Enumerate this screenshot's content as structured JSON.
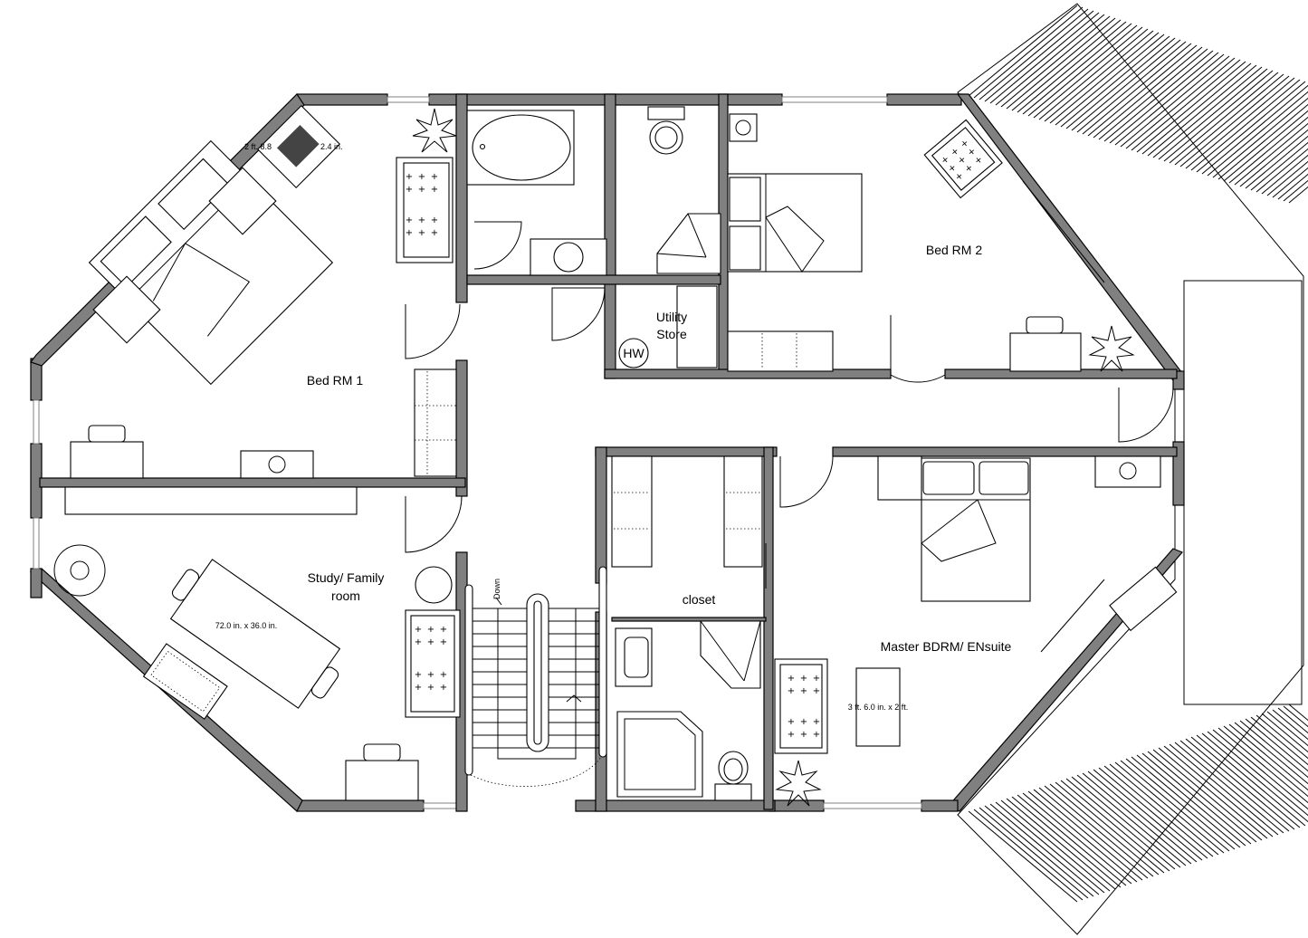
{
  "rooms": {
    "bed_rm_1": "Bed RM 1",
    "bed_rm_2": "Bed RM 2",
    "utility_line1": "Utility",
    "utility_line2": "Store",
    "study_line1": "Study/ Family",
    "study_line2": "room",
    "closet": "closet",
    "master": "Master BDRM/ ENsuite"
  },
  "fixtures": {
    "water_heater": "HW",
    "stair_direction": "Down"
  },
  "dimensions": {
    "desk_a_1": "2 ft. 8.8",
    "desk_a_2": "2.4 in.",
    "table": "72.0 in. x 36.0 in.",
    "bench": "3 ft. 6.0 in. x 2 ft."
  },
  "colors": {
    "wall": "#808080",
    "line": "#000000",
    "background": "#ffffff"
  }
}
